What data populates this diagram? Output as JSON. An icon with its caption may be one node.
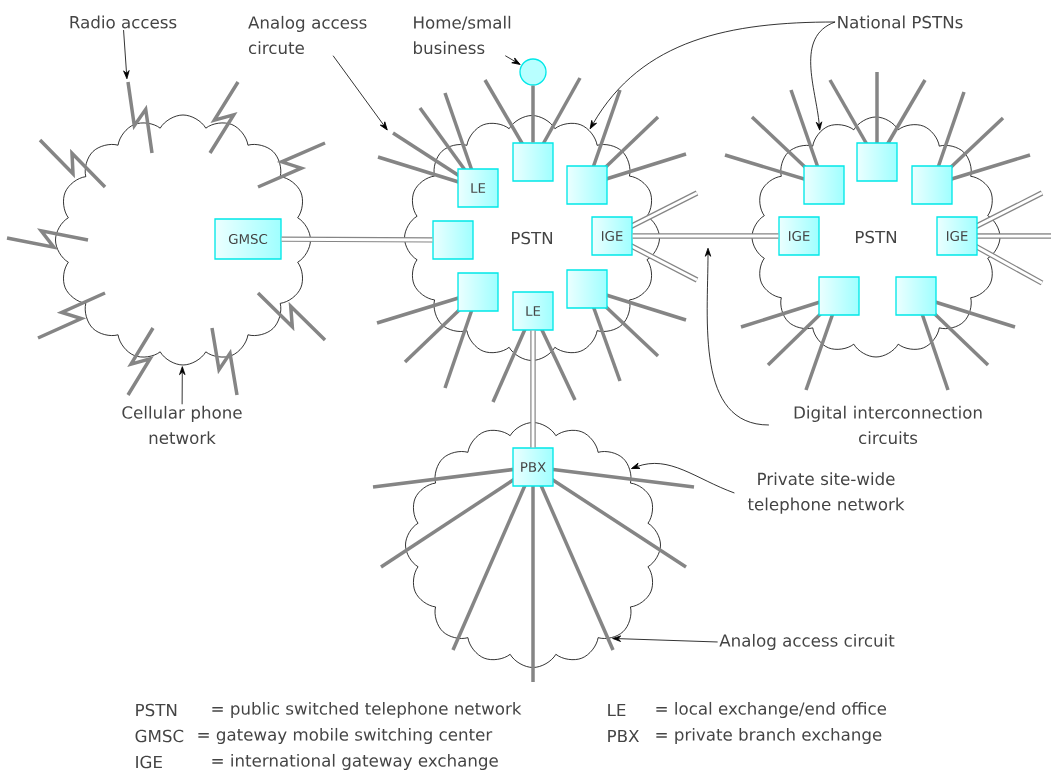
{
  "diagram": {
    "nodes": [
      {
        "text": [
          "Radio access"
        ]
      },
      {
        "text": [
          "Analog access circute"
        ]
      },
      {
        "text": [
          "Home/small business"
        ]
      },
      {
        "text": [
          "National PSTNs"
        ]
      },
      {
        "text": [],
        "shape": "circle"
      },
      {
        "text": [],
        "shape": "cloud"
      },
      {
        "text": [
          "GMSC"
        ],
        "in": 5
      },
      {
        "text": [
          "PSTN"
        ]
      },
      {
        "text": [
          "LE"
        ],
        "in": 7
      },
      {
        "text": [],
        "shape": "box",
        "in": 7
      },
      {
        "text": [],
        "shape": "box",
        "in": 7
      },
      {
        "text": [],
        "shape": "box",
        "in": 7
      },
      {
        "text": [
          "IGE"
        ],
        "in": 7
      },
      {
        "text": [],
        "shape": "box",
        "in": 7
      },
      {
        "text": [
          "LE"
        ],
        "in": 7
      },
      {
        "text": [],
        "shape": "box",
        "in": 7
      },
      {
        "text": [
          "PSTN"
        ]
      },
      {
        "text": [],
        "shape": "box",
        "in": 16
      },
      {
        "text": [],
        "shape": "box",
        "in": 16
      },
      {
        "text": [],
        "shape": "box",
        "in": 16
      },
      {
        "text": [
          "IGE"
        ],
        "in": 16
      },
      {
        "text": [
          "IGE"
        ],
        "in": 16
      },
      {
        "text": [],
        "shape": "box",
        "in": 16
      },
      {
        "text": [],
        "shape": "box",
        "in": 16
      },
      {
        "text": [
          "Cellular phone network"
        ]
      },
      {
        "text": [
          "Digital interconnection circuits"
        ]
      },
      {
        "text": [],
        "shape": "cloud"
      },
      {
        "text": [
          "PBX"
        ],
        "in": 26
      },
      {
        "text": [
          "Private site-wide telephone network"
        ]
      },
      {
        "text": [
          "Analog access circuit"
        ]
      }
    ],
    "edges": [
      {
        "from": 0,
        "to": null,
        "arrow": "to"
      },
      {
        "from": 1,
        "to": null,
        "arrow": "to"
      },
      {
        "from": 2,
        "to": 4,
        "arrow": "to"
      },
      {
        "from": 3,
        "to": 7,
        "arrow": "to"
      },
      {
        "from": 3,
        "to": 16,
        "arrow": "to"
      },
      {
        "from": 24,
        "to": 5,
        "arrow": "to"
      },
      {
        "from": 25,
        "to": null,
        "arrow": "to"
      },
      {
        "from": 28,
        "to": 26,
        "arrow": "to"
      },
      {
        "from": 29,
        "to": 26,
        "arrow": "to"
      },
      {
        "from": 4,
        "to": 9,
        "arrow": "none",
        "style": "thick",
        "color": "#858585"
      },
      {
        "from": 6,
        "to": 11,
        "arrow": "none",
        "style": "thick",
        "color": "#858585"
      },
      {
        "from": 12,
        "to": 20,
        "arrow": "none",
        "style": "thick",
        "color": "#858585"
      },
      {
        "from": 14,
        "to": 27,
        "arrow": "none",
        "style": "thick",
        "color": "#858585"
      }
    ],
    "labels": [
      "PSTN",
      "= public switched telephone network",
      "LE",
      "= local exchange/end office",
      "GMSC",
      "= gateway mobile switching center",
      "PBX",
      "= private branch exchange",
      "IGE",
      "= international gateway exchange"
    ]
  }
}
